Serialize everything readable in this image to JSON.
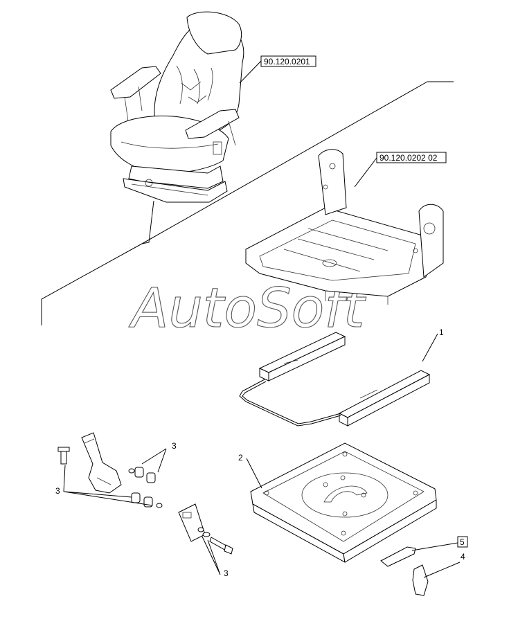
{
  "diagram": {
    "references": [
      {
        "id": "ref-seat",
        "label": "90.120.0201"
      },
      {
        "id": "ref-frame",
        "label": "90.120.0202 02"
      }
    ],
    "callouts": {
      "c1": "1",
      "c2": "2",
      "c3a": "3",
      "c3b": "3",
      "c3c": "3",
      "c4": "4",
      "c5": "5"
    },
    "watermark": "AutoSoft"
  }
}
